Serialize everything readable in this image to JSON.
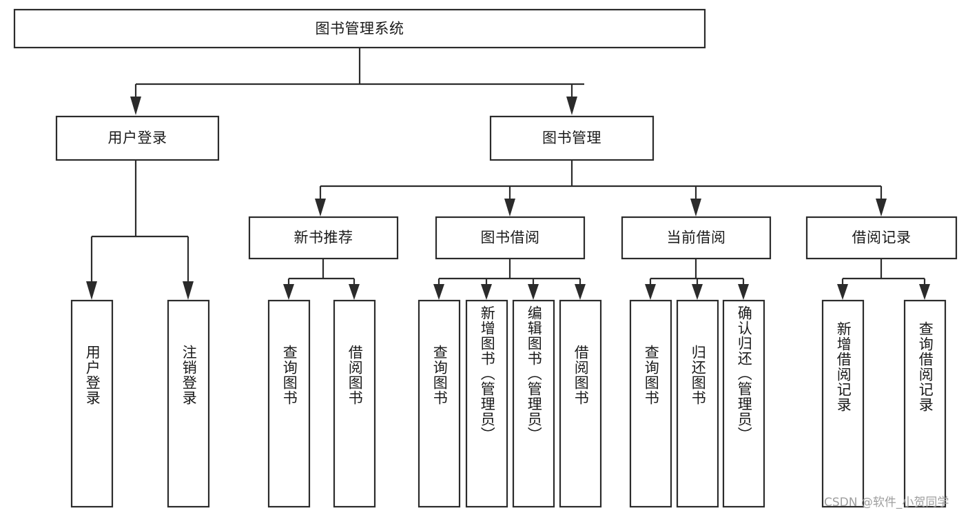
{
  "diagram": {
    "type": "tree-hierarchy-chart",
    "title_node": {
      "label": "图书管理系统"
    },
    "level2": [
      {
        "id": "user-login",
        "label": "用户登录"
      },
      {
        "id": "book-management",
        "label": "图书管理"
      }
    ],
    "level3": [
      {
        "id": "new-book-recommend",
        "label": "新书推荐",
        "parent": "book-management"
      },
      {
        "id": "book-borrow",
        "label": "图书借阅",
        "parent": "book-management"
      },
      {
        "id": "current-borrow",
        "label": "当前借阅",
        "parent": "book-management"
      },
      {
        "id": "borrow-record",
        "label": "借阅记录",
        "parent": "book-management"
      }
    ],
    "leaves": [
      {
        "id": "leaf-user-login",
        "label": "用户登录",
        "parent": "user-login"
      },
      {
        "id": "leaf-logout-login",
        "label": "注销登录",
        "parent": "user-login"
      },
      {
        "id": "leaf-query-book-1",
        "label": "查询图书",
        "parent": "new-book-recommend"
      },
      {
        "id": "leaf-borrow-book-1",
        "label": "借阅图书",
        "parent": "new-book-recommend"
      },
      {
        "id": "leaf-query-book-2",
        "label": "查询图书",
        "parent": "book-borrow"
      },
      {
        "id": "leaf-add-book",
        "label": "新增图书（管理员）",
        "parent": "book-borrow"
      },
      {
        "id": "leaf-edit-book",
        "label": "编辑图书（管理员）",
        "parent": "book-borrow"
      },
      {
        "id": "leaf-borrow-book-2",
        "label": "借阅图书",
        "parent": "book-borrow"
      },
      {
        "id": "leaf-query-book-3",
        "label": "查询图书",
        "parent": "current-borrow"
      },
      {
        "id": "leaf-return-book",
        "label": "归还图书",
        "parent": "current-borrow"
      },
      {
        "id": "leaf-confirm-return",
        "label": "确认归还（管理员）",
        "parent": "current-borrow"
      },
      {
        "id": "leaf-add-record",
        "label": "新增借阅记录",
        "parent": "borrow-record"
      },
      {
        "id": "leaf-query-record",
        "label": "查询借阅记录",
        "parent": "borrow-record"
      }
    ],
    "colors": {
      "stroke": "#2b2b2b",
      "fill": "#ffffff",
      "text": "#1a1a1a",
      "watermark": "#9e9e9e"
    }
  },
  "watermark": {
    "text": "CSDN @软件_小贺同学"
  }
}
